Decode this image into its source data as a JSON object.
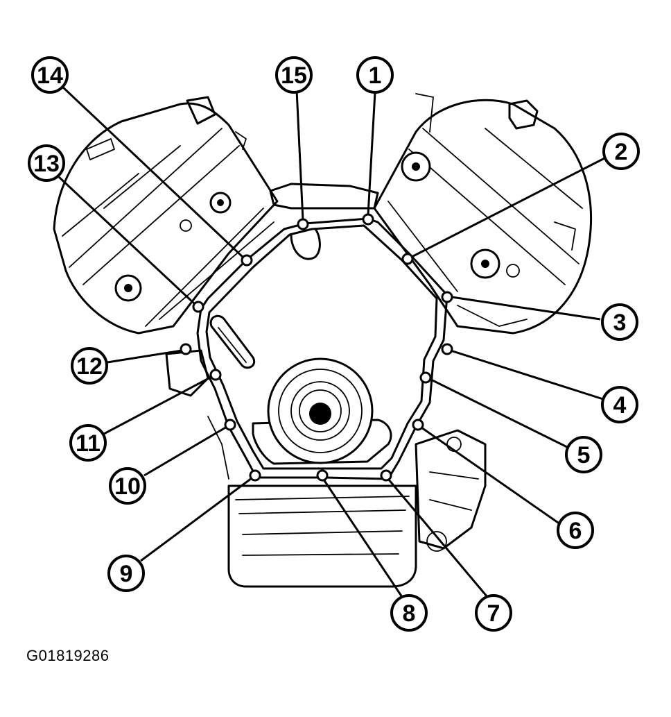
{
  "figure_id": "G01819286",
  "callouts": [
    {
      "id": "1",
      "label": "1"
    },
    {
      "id": "2",
      "label": "2"
    },
    {
      "id": "3",
      "label": "3"
    },
    {
      "id": "4",
      "label": "4"
    },
    {
      "id": "5",
      "label": "5"
    },
    {
      "id": "6",
      "label": "6"
    },
    {
      "id": "7",
      "label": "7"
    },
    {
      "id": "8",
      "label": "8"
    },
    {
      "id": "9",
      "label": "9"
    },
    {
      "id": "10",
      "label": "10"
    },
    {
      "id": "11",
      "label": "11"
    },
    {
      "id": "12",
      "label": "12"
    },
    {
      "id": "13",
      "label": "13"
    },
    {
      "id": "14",
      "label": "14"
    },
    {
      "id": "15",
      "label": "15"
    }
  ]
}
